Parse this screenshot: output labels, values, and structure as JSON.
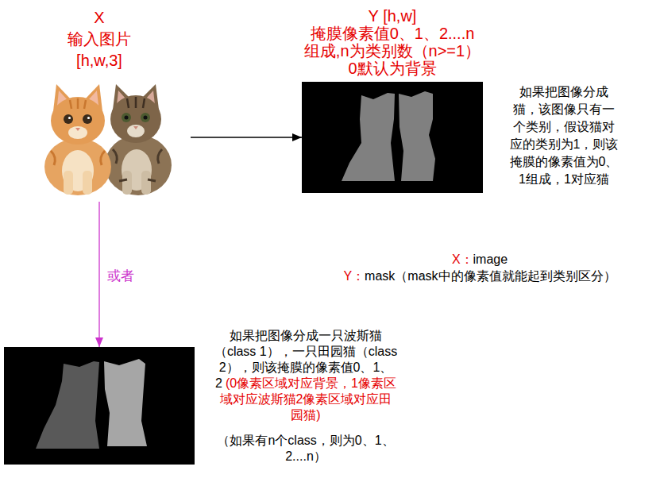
{
  "diagram": {
    "nodes": [
      {
        "text": [
          "X",
          "输入图片 [h,w,3]"
        ]
      },
      {
        "text": [
          "Y [h,w]",
          "掩膜像素值0、1、2....n 组成,n为类别数（n>=1） 0默认为背景"
        ]
      },
      {
        "text": [
          "如果把图像分成一只波斯猫（class 1），一只田园猫（class 2），则该掩膜的像素值0、1、2",
          "(0像素区域对应背景，1像素区域对应波斯猫2像素区域对应田园猫)",
          "（如果有n个class，则为0、1、2....n）"
        ]
      }
    ],
    "edges": [
      {
        "from": 0,
        "to": 1,
        "arrow": "to"
      },
      {
        "from": 0,
        "to": 2,
        "label": "或者",
        "arrow": "to"
      }
    ],
    "labels": [
      "如果把图像分成猫，该图像只有一个类别，假设猫对应的类别为1，则该掩膜的像素值为0、1组成，1对应猫",
      "X：image",
      "Y：mask（mask中的像素值就能起到类别区分）"
    ]
  }
}
